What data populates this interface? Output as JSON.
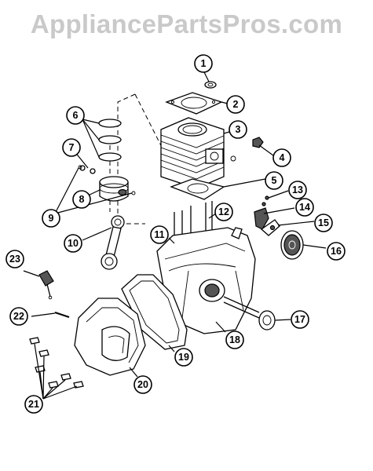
{
  "header": {
    "watermark": "AppliancePartsPros.com"
  },
  "callouts": [
    {
      "id": "callout-1",
      "label": "1"
    },
    {
      "id": "callout-2",
      "label": "2"
    },
    {
      "id": "callout-3",
      "label": "3"
    },
    {
      "id": "callout-4",
      "label": "4"
    },
    {
      "id": "callout-5",
      "label": "5"
    },
    {
      "id": "callout-6",
      "label": "6"
    },
    {
      "id": "callout-7",
      "label": "7"
    },
    {
      "id": "callout-8",
      "label": "8"
    },
    {
      "id": "callout-9",
      "label": "9"
    },
    {
      "id": "callout-10",
      "label": "10"
    },
    {
      "id": "callout-11",
      "label": "11"
    },
    {
      "id": "callout-12",
      "label": "12"
    },
    {
      "id": "callout-13",
      "label": "13"
    },
    {
      "id": "callout-14",
      "label": "14"
    },
    {
      "id": "callout-15",
      "label": "15"
    },
    {
      "id": "callout-16",
      "label": "16"
    },
    {
      "id": "callout-17",
      "label": "17"
    },
    {
      "id": "callout-18",
      "label": "18"
    },
    {
      "id": "callout-19",
      "label": "19"
    },
    {
      "id": "callout-20",
      "label": "20"
    },
    {
      "id": "callout-21",
      "label": "21"
    },
    {
      "id": "callout-22",
      "label": "22"
    },
    {
      "id": "callout-23",
      "label": "23"
    }
  ]
}
